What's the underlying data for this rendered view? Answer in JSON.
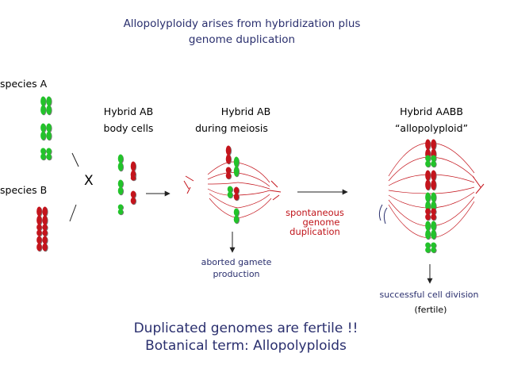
{
  "title_line1": "Allopolyploidy arises from hybridization plus",
  "title_line2": "genome duplication",
  "species_a": "species A",
  "species_b": "species B",
  "cross_symbol": "X",
  "hybrid_body_line1": "Hybrid AB",
  "hybrid_body_line2": "body cells",
  "hybrid_meiosis_line1": "Hybrid AB",
  "hybrid_meiosis_line2": "during meiosis",
  "allopolyploid_line1": "Hybrid AABB",
  "allopolyploid_line2": "“allopolyploid”",
  "spontaneous_line1": "spontaneous",
  "spontaneous_line2": "genome",
  "spontaneous_line3": "duplication",
  "aborted_line1": "aborted gamete",
  "aborted_line2": "production",
  "successful_line1": "successful cell division",
  "successful_line2": "(fertile)",
  "bottom_line1": "Duplicated genomes are fertile !!",
  "bottom_line2": "Botanical term: Allopolyploids",
  "colors": {
    "genome_a_green": "#22c32a",
    "genome_b_red": "#c4141c",
    "spindle_red": "#c4141c",
    "title_blue": "#2a2f6e"
  }
}
